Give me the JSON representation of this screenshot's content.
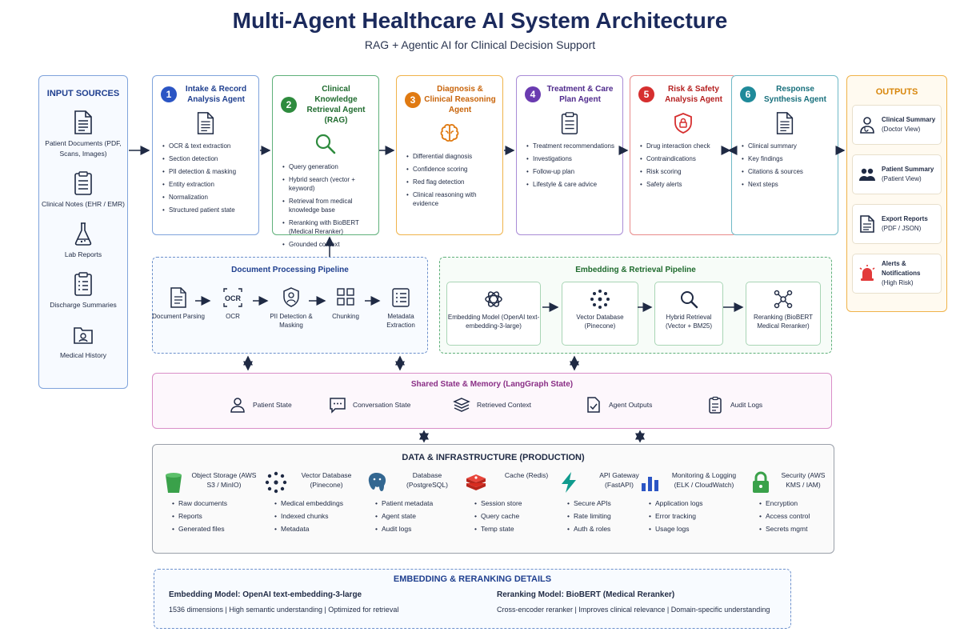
{
  "header": {
    "title": "Multi-Agent Healthcare AI System Architecture",
    "subtitle": "RAG + Agentic AI for Clinical Decision Support"
  },
  "inputs": {
    "title": "INPUT SOURCES",
    "items": [
      {
        "label": "Patient Documents (PDF, Scans, Images)",
        "icon": "document-icon"
      },
      {
        "label": "Clinical Notes (EHR / EMR)",
        "icon": "clipboard-icon"
      },
      {
        "label": "Lab Reports",
        "icon": "flask-icon"
      },
      {
        "label": "Discharge Summaries",
        "icon": "checklist-icon"
      },
      {
        "label": "Medical History",
        "icon": "folder-icon"
      }
    ]
  },
  "agents": [
    {
      "num": "1",
      "name": "Intake & Record Analysis Agent",
      "color": "#2b55c4",
      "icon": "document-icon",
      "items": [
        "OCR & text extraction",
        "Section detection",
        "PII detection & masking",
        "Entity extraction",
        "Normalization",
        "Structured patient state"
      ]
    },
    {
      "num": "2",
      "name": "Clinical Knowledge Retrieval Agent (RAG)",
      "color": "#2e8b3e",
      "icon": "search-icon",
      "items": [
        "Query generation",
        "Hybrid search (vector + keyword)",
        "Retrieval from medical knowledge base",
        "Reranking with BioBERT (Medical Reranker)",
        "Grounded context"
      ]
    },
    {
      "num": "3",
      "name": "Diagnosis & Clinical Reasoning Agent",
      "color": "#e07a12",
      "icon": "brain-icon",
      "items": [
        "Differential diagnosis",
        "Confidence scoring",
        "Red flag detection",
        "Clinical reasoning with evidence"
      ]
    },
    {
      "num": "4",
      "name": "Treatment & Care Plan Agent",
      "color": "#6a3bb0",
      "icon": "clipboard-icon",
      "items": [
        "Treatment recommendations",
        "Investigations",
        "Follow-up plan",
        "Lifestyle & care advice"
      ]
    },
    {
      "num": "5",
      "name": "Risk & Safety Analysis Agent",
      "color": "#d62f2f",
      "icon": "shield-lock-icon",
      "items": [
        "Drug interaction check",
        "Contraindications",
        "Risk scoring",
        "Safety alerts"
      ]
    },
    {
      "num": "6",
      "name": "Response Synthesis Agent",
      "color": "#1f8a9a",
      "icon": "document-icon",
      "items": [
        "Clinical summary",
        "Key findings",
        "Citations & sources",
        "Next steps"
      ]
    }
  ],
  "outputs": {
    "title": "OUTPUTS",
    "items": [
      {
        "title": "Clinical Summary",
        "sub": "(Doctor View)",
        "icon": "doctor-icon"
      },
      {
        "title": "Patient Summary",
        "sub": "(Patient View)",
        "icon": "users-icon"
      },
      {
        "title": "Export Reports",
        "sub": "(PDF / JSON)",
        "icon": "document-icon"
      },
      {
        "title": "Alerts & Notifications",
        "sub": "(High Risk)",
        "icon": "alarm-icon"
      }
    ]
  },
  "doc_pipeline": {
    "title": "Document Processing Pipeline",
    "steps": [
      {
        "label": "Document Parsing",
        "icon": "document-icon"
      },
      {
        "label": "OCR",
        "icon": "ocr-icon"
      },
      {
        "label": "PII Detection & Masking",
        "icon": "user-shield-icon"
      },
      {
        "label": "Chunking",
        "icon": "grid-icon"
      },
      {
        "label": "Metadata Extraction",
        "icon": "list-icon"
      }
    ]
  },
  "emb_pipeline": {
    "title": "Embedding & Retrieval Pipeline",
    "steps": [
      {
        "label": "Embedding Model (OpenAI text-embedding-3-large)",
        "icon": "openai-icon"
      },
      {
        "label": "Vector Database (Pinecone)",
        "icon": "vector-db-icon"
      },
      {
        "label": "Hybrid Retrieval (Vector + BM25)",
        "icon": "search-icon"
      },
      {
        "label": "Reranking (BioBERT Medical Reranker)",
        "icon": "network-icon"
      }
    ]
  },
  "shared": {
    "title": "Shared State & Memory (LangGraph State)",
    "items": [
      {
        "label": "Patient State",
        "icon": "user-icon"
      },
      {
        "label": "Conversation State",
        "icon": "chat-icon"
      },
      {
        "label": "Retrieved Context",
        "icon": "layers-icon"
      },
      {
        "label": "Agent Outputs",
        "icon": "doc-check-icon"
      },
      {
        "label": "Audit Logs",
        "icon": "clipboard-icon"
      }
    ]
  },
  "infra": {
    "title": "DATA & INFRASTRUCTURE (PRODUCTION)",
    "columns": [
      {
        "title": "Object Storage (AWS S3 / MinIO)",
        "icon": "bucket-icon",
        "color": "#3aa14a",
        "items": [
          "Raw documents",
          "Reports",
          "Generated files"
        ]
      },
      {
        "title": "Vector Database (Pinecone)",
        "icon": "vector-db-icon",
        "color": "#1f2a44",
        "items": [
          "Medical embeddings",
          "Indexed chunks",
          "Metadata"
        ]
      },
      {
        "title": "Database (PostgreSQL)",
        "icon": "postgres-icon",
        "color": "#336791",
        "items": [
          "Patient metadata",
          "Agent state",
          "Audit logs"
        ]
      },
      {
        "title": "Cache (Redis)",
        "icon": "redis-icon",
        "color": "#d82c20",
        "items": [
          "Session store",
          "Query cache",
          "Temp state"
        ]
      },
      {
        "title": "API Gateway (FastAPI)",
        "icon": "bolt-icon",
        "color": "#0f9b8e",
        "items": [
          "Secure APIs",
          "Rate limiting",
          "Auth & roles"
        ]
      },
      {
        "title": "Monitoring & Logging (ELK / CloudWatch)",
        "icon": "chart-icon",
        "color": "#2b55c4",
        "items": [
          "Application logs",
          "Error tracking",
          "Usage logs"
        ]
      },
      {
        "title": "Security (AWS KMS / IAM)",
        "icon": "lock-icon",
        "color": "#3aa14a",
        "items": [
          "Encryption",
          "Access control",
          "Secrets mgmt"
        ]
      }
    ]
  },
  "details": {
    "title": "EMBEDDING & RERANKING DETAILS",
    "embedding_title": "Embedding Model: OpenAI text-embedding-3-large",
    "embedding_desc": "1536 dimensions  |  High semantic understanding  |  Optimized for retrieval",
    "rerank_title": "Reranking Model: BioBERT (Medical Reranker)",
    "rerank_desc": "Cross-encoder reranker  |  Improves clinical relevance  |  Domain-specific understanding"
  },
  "colors": {
    "input_border": "#7fa3dc",
    "output_border": "#f0b34a",
    "pipeline_border": "#6c90cc",
    "emb_border": "#5fb07a",
    "shared_border": "#d98fc8"
  }
}
